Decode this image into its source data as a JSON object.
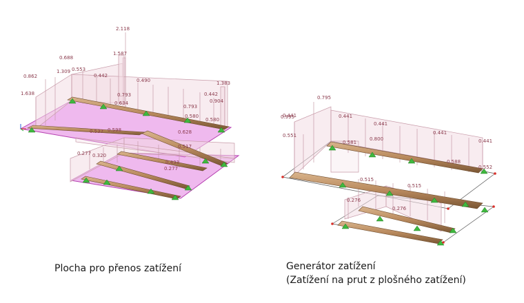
{
  "captions": {
    "left": "Plocha pro přenos zatížení",
    "right_line1": "Generátor zatížení",
    "right_line2": "(Zatížení na prut z plošného zatížení)"
  },
  "left_model": {
    "load_labels": [
      "2.118",
      "0.688",
      "1.587",
      "0.553",
      "1.309",
      "0.442",
      "0.862",
      "0.490",
      "1.383",
      "0.793",
      "0.442",
      "0.634",
      "0.904",
      "1.638",
      "0.793",
      "0.580",
      "0.580",
      "0.537",
      "0.598",
      "0.628",
      "0.517",
      "0.277",
      "0.320",
      "0.433",
      "0.277"
    ]
  },
  "right_model": {
    "load_labels": [
      "0.795",
      "0.441",
      "0.441",
      "0.441",
      "0.995",
      "0.441",
      "0.441",
      "0.551",
      "0.800",
      "0.581",
      "0.588",
      "0.552",
      "0.515",
      "0.515",
      "0.276",
      "0.276"
    ]
  },
  "colors": {
    "surface": "#e27fe0",
    "beam": "#b98a5e",
    "support": "#3fb83f",
    "load_line": "#c79aa8",
    "load_fill": "#f3dde4",
    "label": "#8a3a4c",
    "node": "#d9302a"
  }
}
